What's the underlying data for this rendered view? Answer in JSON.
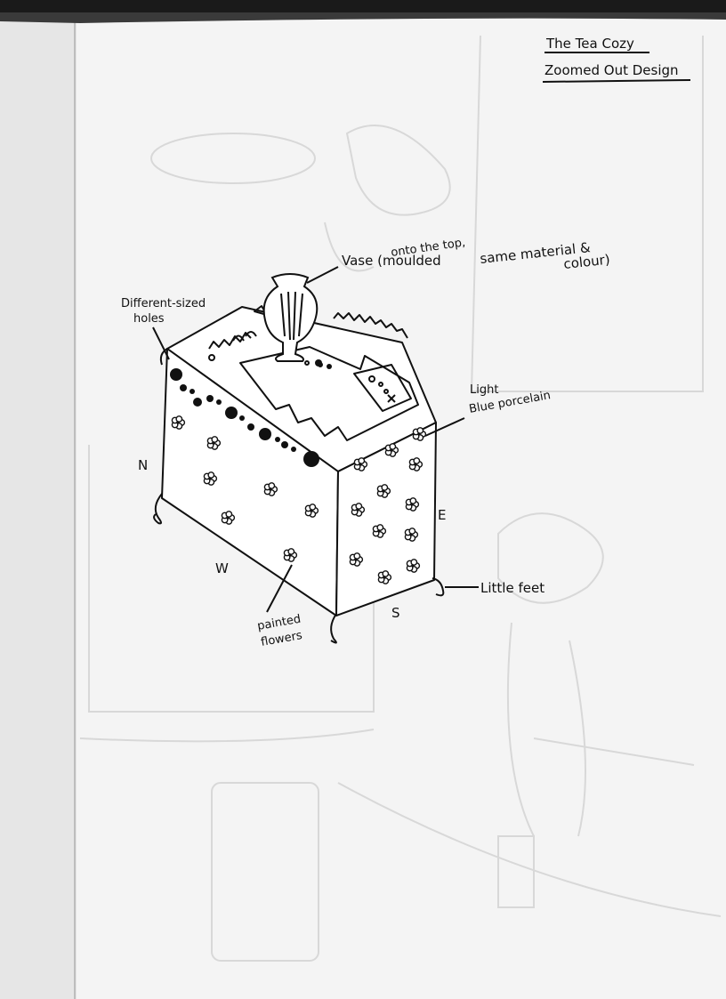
{
  "title": {
    "line1": "The Tea Cozy",
    "line2": "Zoomed Out Design"
  },
  "labels": {
    "vase_line1": "Vase (moulded",
    "vase_line2": "onto the top,",
    "vase_line3": "same material &",
    "vase_line4": "colour)",
    "holes_line1": "Different-sized",
    "holes_line2": "holes",
    "porcelain_line1": "Light",
    "porcelain_line2": "Blue porcelain",
    "feet": "Little feet",
    "flowers_line1": "painted",
    "flowers_line2": "flowers"
  },
  "compass": {
    "north": "N",
    "east": "E",
    "south": "S",
    "west": "W"
  },
  "colors": {
    "paper": "#f3f3f3",
    "ink": "#111111",
    "binding_shadow": "#e2e2e2",
    "ghost_sketch": "#d6d6d6"
  }
}
